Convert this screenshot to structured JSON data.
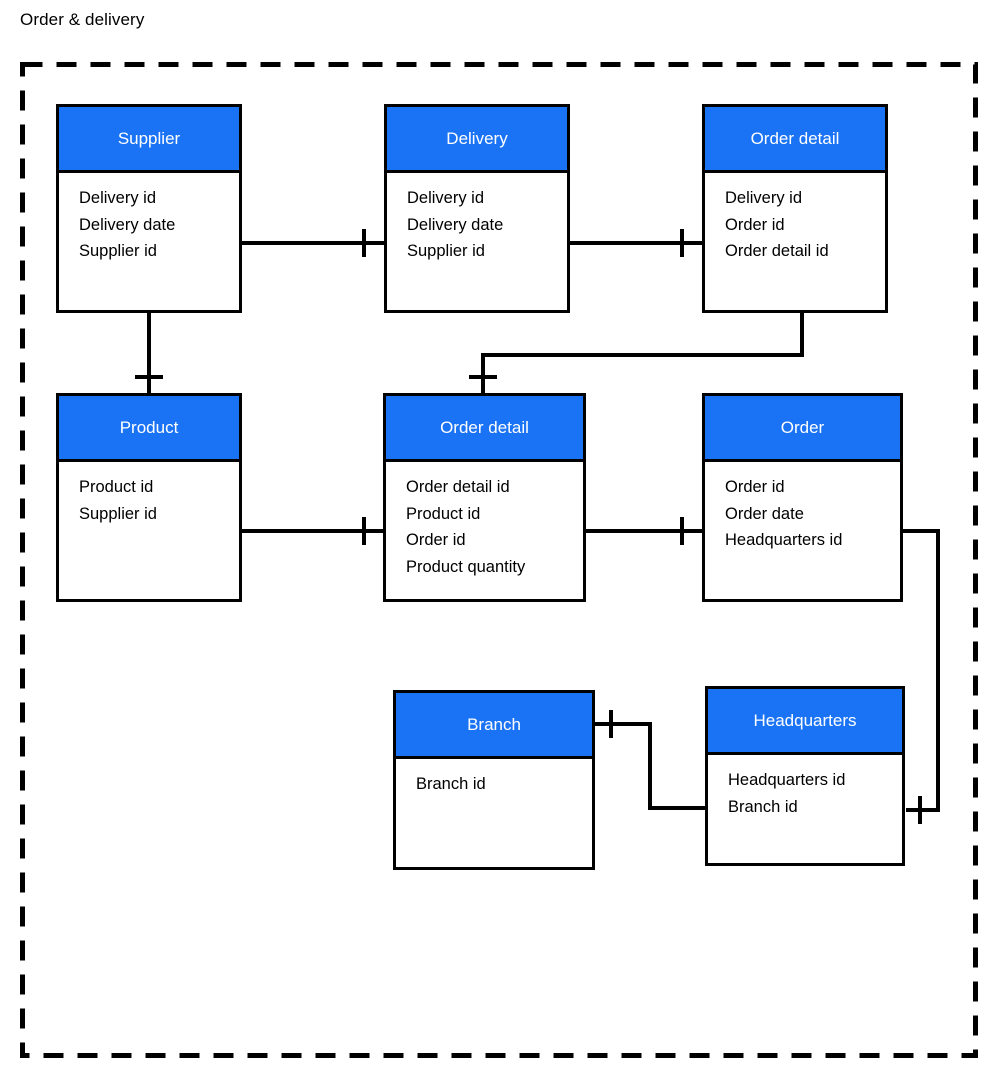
{
  "title": "Order & delivery",
  "colors": {
    "header_fill": "#1a73f5",
    "header_text": "#ffffff",
    "border": "#000000",
    "body_fill": "#ffffff",
    "frame_stroke": "#000000"
  },
  "diagram": {
    "type": "entity-relationship",
    "notation": "one-to-one tick marks",
    "entities": [
      {
        "id": "supplier",
        "name": "Supplier",
        "attributes": [
          "Delivery id",
          "Delivery date",
          "Supplier id"
        ]
      },
      {
        "id": "delivery",
        "name": "Delivery",
        "attributes": [
          "Delivery id",
          "Delivery date",
          "Supplier id"
        ]
      },
      {
        "id": "order-detail-top",
        "name": "Order detail",
        "attributes": [
          "Delivery id",
          "Order id",
          "Order detail id"
        ]
      },
      {
        "id": "product",
        "name": "Product",
        "attributes": [
          "Product id",
          "Supplier id"
        ]
      },
      {
        "id": "order-detail-mid",
        "name": "Order detail",
        "attributes": [
          "Order detail id",
          "Product id",
          "Order id",
          "Product quantity"
        ]
      },
      {
        "id": "order",
        "name": "Order",
        "attributes": [
          "Order id",
          "Order date",
          "Headquarters id"
        ]
      },
      {
        "id": "branch",
        "name": "Branch",
        "attributes": [
          "Branch id"
        ]
      },
      {
        "id": "headquarters",
        "name": "Headquarters",
        "attributes": [
          "Headquarters id",
          "Branch id"
        ]
      }
    ],
    "relationships": [
      {
        "id": "supplier-delivery",
        "from": "supplier",
        "to": "delivery"
      },
      {
        "id": "delivery-order-detail-top",
        "from": "delivery",
        "to": "order-detail-top"
      },
      {
        "id": "supplier-product",
        "from": "supplier",
        "to": "product"
      },
      {
        "id": "order-detail-top-order-detail-mid",
        "from": "order-detail-top",
        "to": "order-detail-mid"
      },
      {
        "id": "product-order-detail-mid",
        "from": "product",
        "to": "order-detail-mid"
      },
      {
        "id": "order-detail-mid-order",
        "from": "order-detail-mid",
        "to": "order"
      },
      {
        "id": "order-headquarters",
        "from": "order",
        "to": "headquarters"
      },
      {
        "id": "branch-headquarters",
        "from": "branch",
        "to": "headquarters"
      }
    ]
  }
}
